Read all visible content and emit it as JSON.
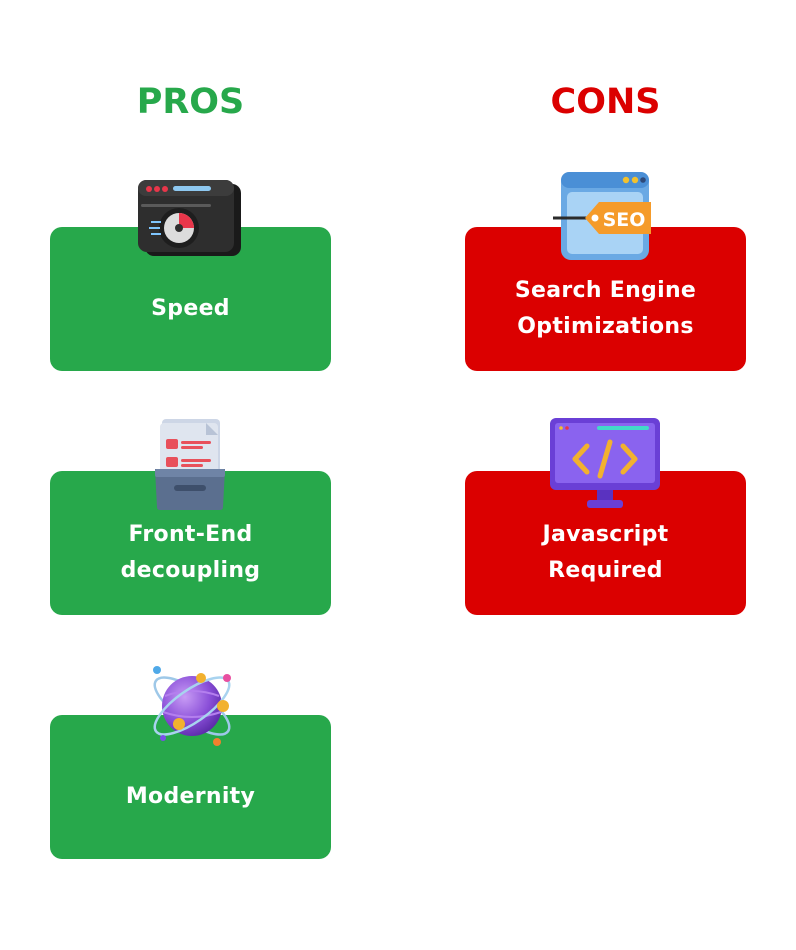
{
  "colors": {
    "pros": "#27a84b",
    "cons": "#db0000"
  },
  "pros": {
    "heading": "PROS",
    "items": [
      {
        "label": "Speed",
        "icon": "speedometer-window-icon"
      },
      {
        "label": "Front-End\ndecoupling",
        "icon": "document-tray-icon"
      },
      {
        "label": "Modernity",
        "icon": "atom-globe-icon"
      }
    ]
  },
  "cons": {
    "heading": "CONS",
    "items": [
      {
        "label": "Search Engine\nOptimizations",
        "icon": "seo-tag-window-icon",
        "tag_text": "SEO"
      },
      {
        "label": "Javascript\nRequired",
        "icon": "code-monitor-icon"
      }
    ]
  }
}
